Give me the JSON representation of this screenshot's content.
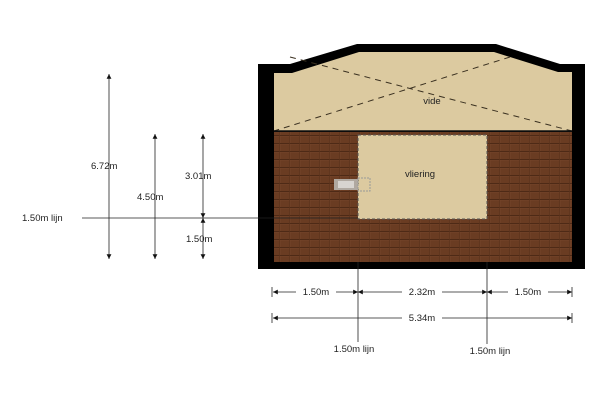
{
  "rooms": {
    "vide": "vide",
    "vliering": "vliering"
  },
  "vertical_dims": {
    "total": "6.72m",
    "mid": "4.50m",
    "upper": "3.01m",
    "lower": "1.50m"
  },
  "line_labels": {
    "left": "1.50m lijn",
    "bottom_left": "1.50m lijn",
    "bottom_right": "1.50m lijn"
  },
  "horizontal_dims": {
    "left": "1.50m",
    "middle": "2.32m",
    "right": "1.50m",
    "total": "5.34m"
  },
  "colors": {
    "wall": "#000000",
    "floor_light": "#dccaa0",
    "tile": "#6e4026",
    "dim": "#222222"
  }
}
